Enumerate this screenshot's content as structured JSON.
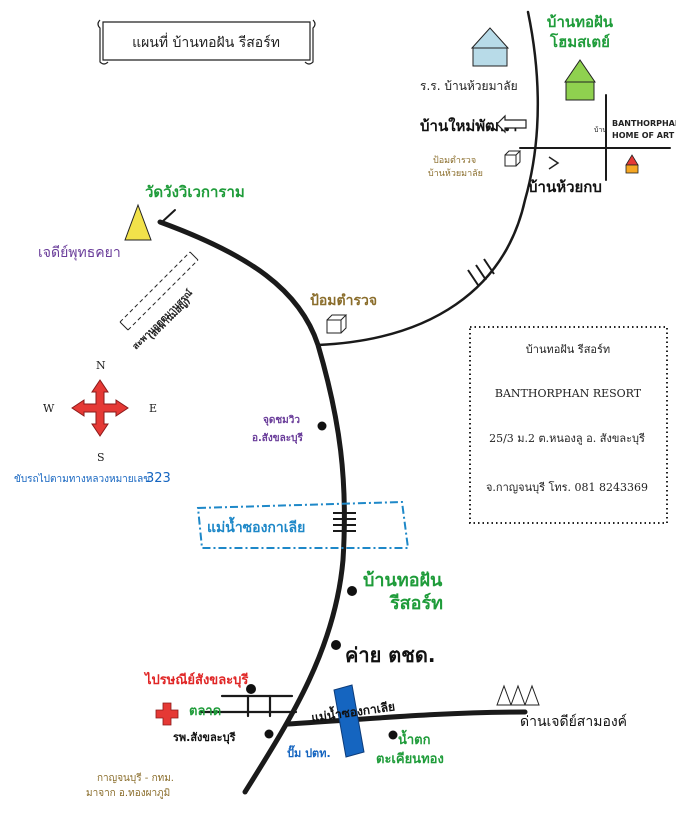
{
  "title": "แผนที่ บ้านทอฝัน รีสอร์ท",
  "labels": {
    "homestay": [
      "บ้านทอฝัน",
      "โฮมสเตย์"
    ],
    "school": "ร.ร. บ้านห้วยมาลัย",
    "ban_mai_phatthana": "บ้านใหม่พัฒนา",
    "home_of_art_prefix": "บ้าน",
    "home_of_art": [
      "BANTHORPHAN",
      "HOME OF ART"
    ],
    "police_box_huaymalai": [
      "ป้อมตำรวจ",
      "บ้านห้วยมาลัย"
    ],
    "ban_huai_kop": "บ้านห้วยกบ",
    "wat": "วัดวังวิเวการาม",
    "chedi": "เจดีย์พุทธคยา",
    "police_box": "ป้อมตำรวจ",
    "bridge": [
      "สะพานอุตตมานุสรณ์",
      "(สะพานมอญ)"
    ],
    "viewpoint": [
      "จุดชมวิว",
      "อ.สังขละบุรี"
    ],
    "compass": {
      "n": "N",
      "e": "E",
      "s": "S",
      "w": "W"
    },
    "route_text": "ขับรถไปตามทางหลวงหมายเลข",
    "route_number": "323",
    "river": "แม่น้ำซองกาเลีย",
    "resort": [
      "บ้านทอฝัน",
      "รีสอร์ท"
    ],
    "camp": "ค่าย ตชด.",
    "post_office": "ไปรษณีย์สังขละบุรี",
    "market": "ตลาด",
    "hospital": "รพ.สังขละบุรี",
    "river2": "แม่น้ำซองกาเลีย",
    "three_pagodas": "ด่านเจดีย์สามองค์",
    "waterfall": [
      "น้ำตก",
      "ตะเคียนทอง"
    ],
    "gas_station": "ปั๊ม ปตท.",
    "from_text": [
      "กาญจนบุรี - กทม.",
      "มาจาก อ.ทองผาภูมิ"
    ]
  },
  "info_box": {
    "name_th": "บ้านทอฝัน รีสอร์ท",
    "name_en": "BANTHORPHAN RESORT",
    "address": "25/3  ม.2 ต.หนองลู อ. สังขละบุรี",
    "contact": "จ.กาญจนบุรี โทร. 081 8243369"
  },
  "colors": {
    "road": "#1a1a1a",
    "green_label": "#1f9c3a",
    "purple_label": "#6a3d9a",
    "brown_label": "#8a6d2b",
    "red_label": "#e02626",
    "blue_label": "#1e88c8",
    "river_blue": "#1565c0",
    "compass_red": "#e53935",
    "chedi_yellow": "#f2e24a",
    "homestay_green": "#8fd14f",
    "school_blue": "#b8dbe8",
    "art_orange": "#f5a623",
    "art_red": "#e53935"
  }
}
